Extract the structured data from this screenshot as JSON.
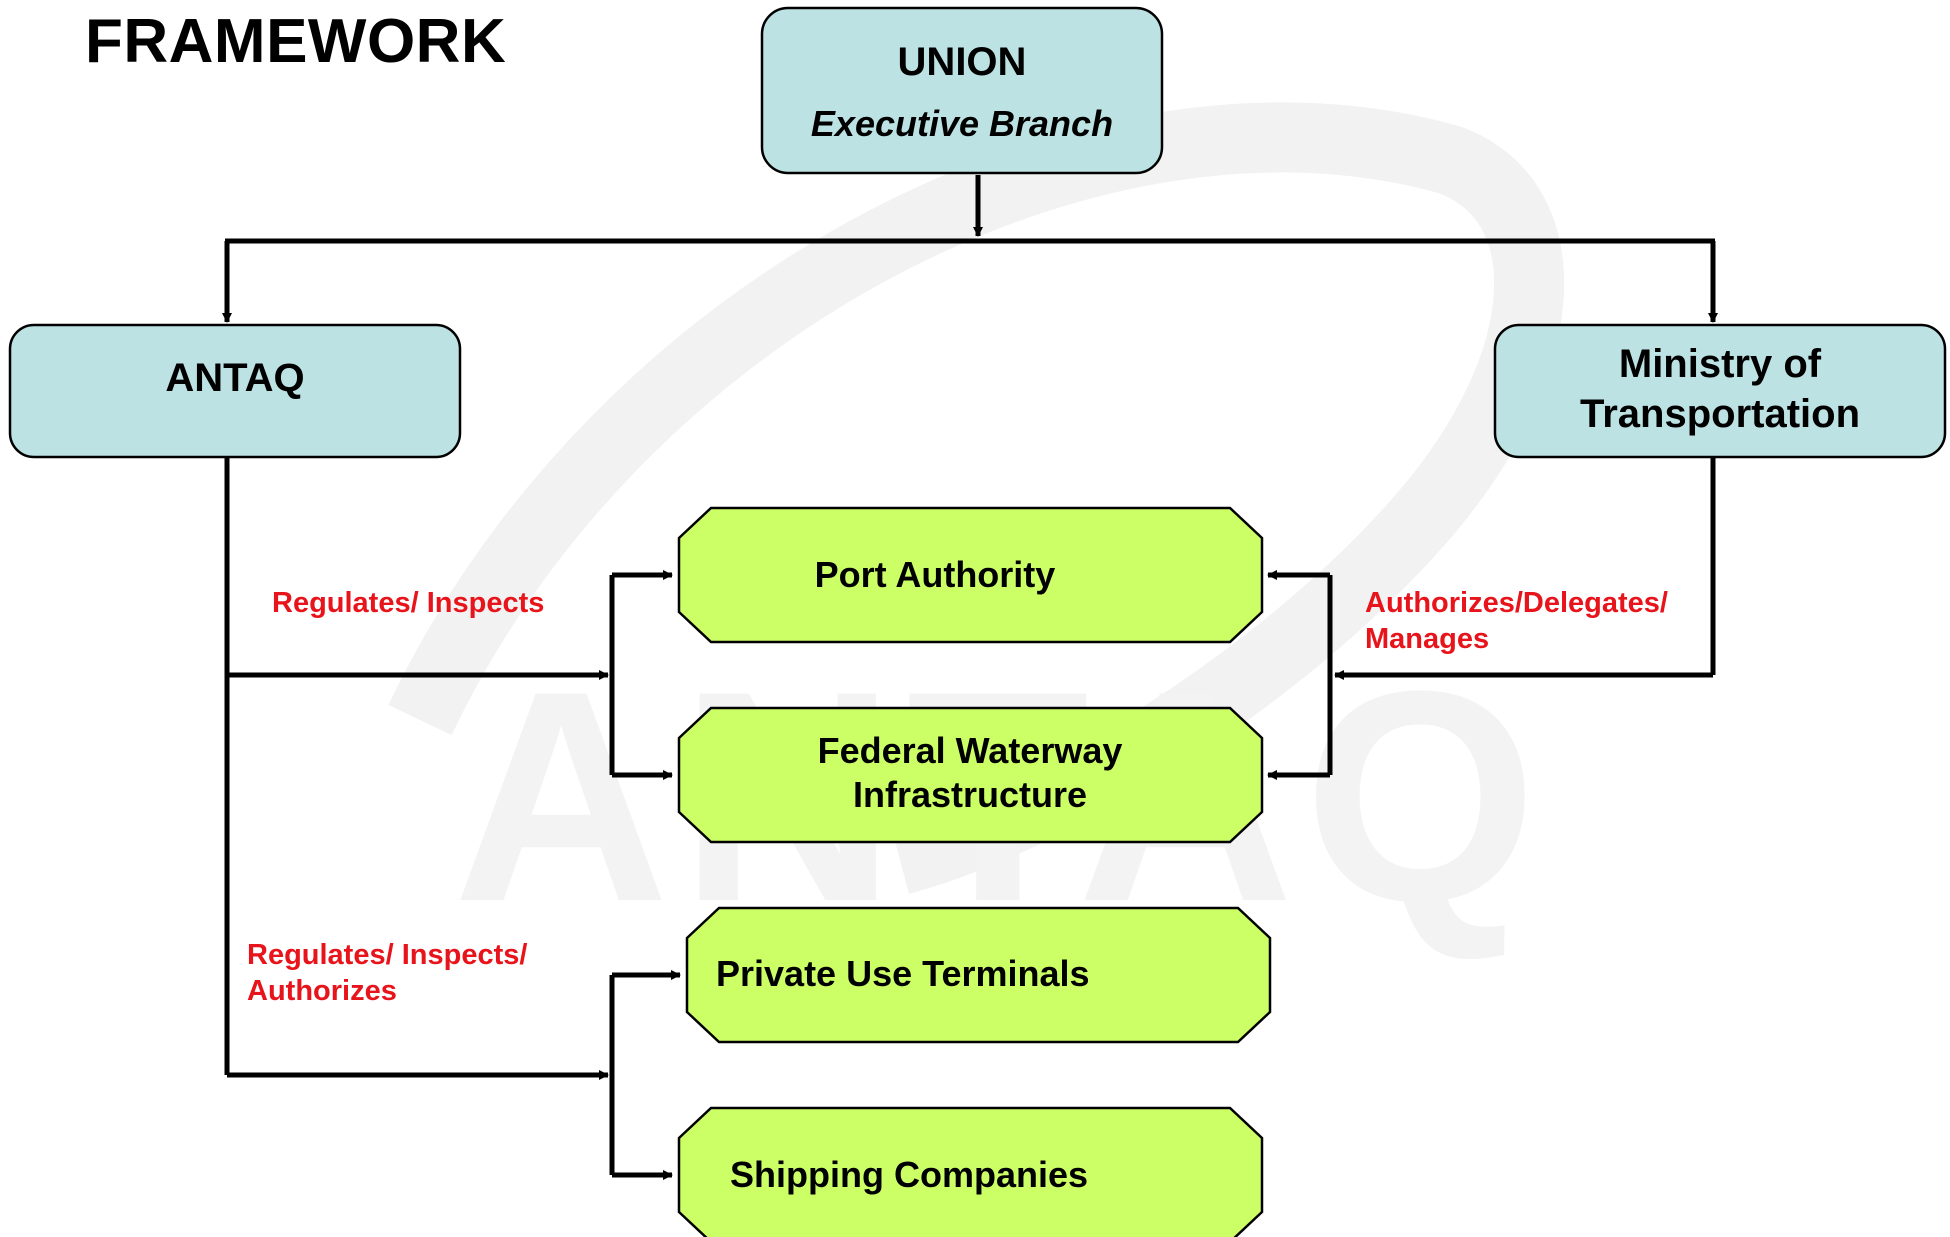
{
  "title": "FRAMEWORK",
  "watermark": "ANTAQ",
  "nodes": {
    "union": {
      "line1": "UNION",
      "line2": "Executive Branch"
    },
    "antaq": {
      "label": "ANTAQ"
    },
    "ministry": {
      "line1": "Ministry of",
      "line2": "Transportation"
    },
    "port_authority": {
      "label": "Port Authority"
    },
    "federal_waterway": {
      "line1": "Federal Waterway",
      "line2": "Infrastructure"
    },
    "private_use_terminals": {
      "label": "Private Use Terminals"
    },
    "shipping_companies": {
      "label": "Shipping Companies"
    }
  },
  "edge_labels": {
    "antaq_upper": "Regulates/ Inspects",
    "antaq_lower_line1": "Regulates/ Inspects/",
    "antaq_lower_line2": "Authorizes",
    "ministry_line1": "Authorizes/Delegates/",
    "ministry_line2": "Manages"
  },
  "colors": {
    "blue_box": "#bde2e3",
    "green_box": "#ccff66",
    "label_red": "#e8141b",
    "watermark": "#f1f1f1"
  }
}
